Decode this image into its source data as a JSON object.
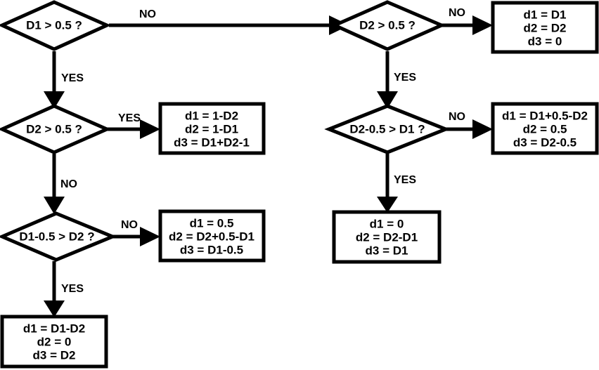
{
  "diagram": {
    "type": "flowchart",
    "title": "",
    "colors": {
      "background": "#ffffff",
      "stroke": "#000000",
      "fill": "#ffffff",
      "text": "#000000"
    },
    "decisions": [
      {
        "id": "d_D1_gt_05",
        "label": "D1 > 0.5 ?"
      },
      {
        "id": "d_D2_gt_05_left",
        "label": "D2 > 0.5 ?"
      },
      {
        "id": "d_D1m05_gt_D2",
        "label": "D1-0.5 > D2 ?"
      },
      {
        "id": "d_D2_gt_05_right",
        "label": "D2 > 0.5 ?"
      },
      {
        "id": "d_D2m05_gt_D1",
        "label": "D2-0.5 > D1 ?"
      }
    ],
    "results": [
      {
        "id": "r_top_right",
        "lines": [
          "d1 = D1",
          "d2 = D2",
          "d3 = 0"
        ]
      },
      {
        "id": "r_left_mid",
        "lines": [
          "d1 = 1-D2",
          "d2 = 1-D1",
          "d3 = D1+D2-1"
        ]
      },
      {
        "id": "r_right_mid",
        "lines": [
          "d1 = D1+0.5-D2",
          "d2 = 0.5",
          "d3 = D2-0.5"
        ]
      },
      {
        "id": "r_left_low",
        "lines": [
          "d1 = 0.5",
          "d2 = D2+0.5-D1",
          "d3 = D1-0.5"
        ]
      },
      {
        "id": "r_center_low",
        "lines": [
          "d1 = 0",
          "d2 = D2-D1",
          "d3 = D1"
        ]
      },
      {
        "id": "r_bottom_left",
        "lines": [
          "d1 = D1-D2",
          "d2 = 0",
          "d3 = D2"
        ]
      }
    ],
    "edge_labels": {
      "e1_no": "NO",
      "e1_yes": "YES",
      "e2_yes": "YES",
      "e2_no": "NO",
      "e3_no": "NO",
      "e3_yes": "YES",
      "e4_no": "NO",
      "e4_yes": "YES",
      "e5_no": "NO",
      "e5_yes": "YES"
    }
  }
}
